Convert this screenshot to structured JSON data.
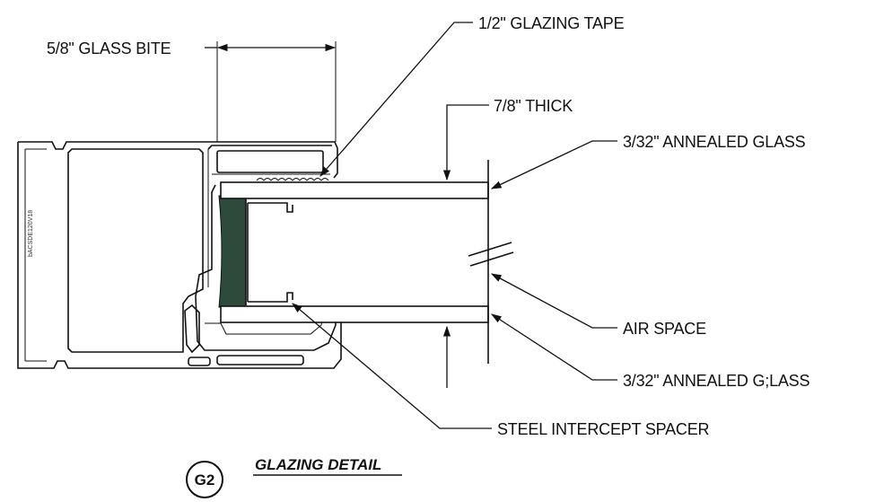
{
  "labels": {
    "glass_bite": "5/8\" GLASS BITE",
    "glazing_tape": "1/2\" GLAZING TAPE",
    "thick": "7/8\" THICK",
    "annealed_glass_top": "3/32\" ANNEALED GLASS",
    "air_space": "AIR SPACE",
    "annealed_glass_bottom": "3/32\" ANNEALED G;LASS",
    "spacer": "STEEL INTERCEPT SPACER"
  },
  "frame_stamp": "bACSDE120V18",
  "title": {
    "badge": "G2",
    "text": "GLAZING DETAIL"
  },
  "colors": {
    "line": "#111111",
    "sealant": "#2d4a3a",
    "background": "#ffffff"
  }
}
